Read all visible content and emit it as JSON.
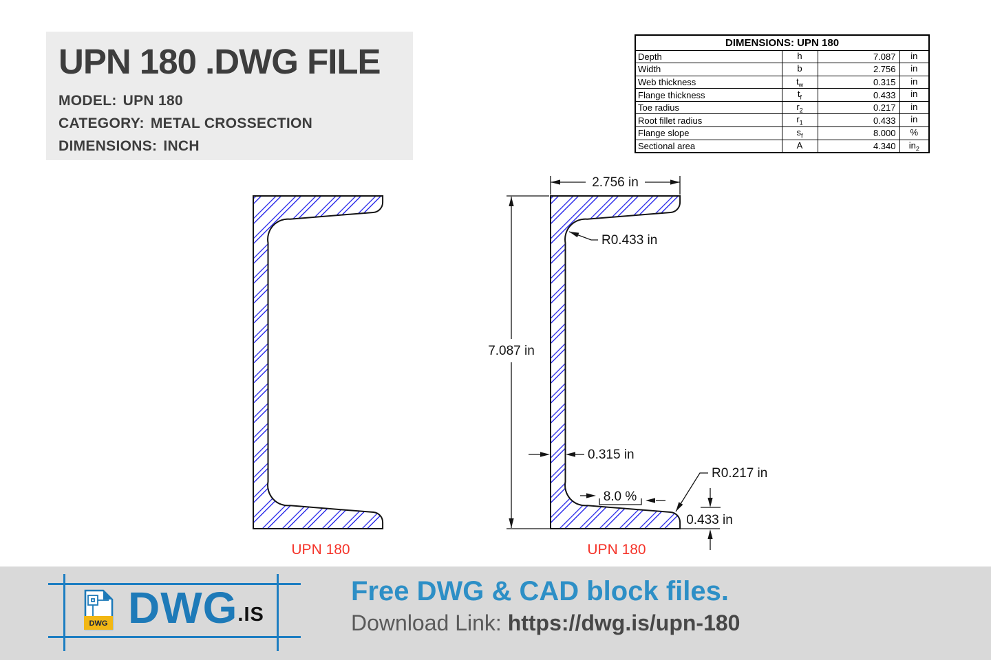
{
  "header": {
    "title": "UPN 180 .DWG FILE",
    "info": [
      {
        "label": "MODEL:",
        "value": "UPN 180"
      },
      {
        "label": "CATEGORY:",
        "value": "METAL CROSSECTION"
      },
      {
        "label": "DIMENSIONS:",
        "value": "INCH"
      }
    ]
  },
  "table": {
    "title": "DIMENSIONS: UPN 180",
    "rows": [
      {
        "name": "Depth",
        "sym": "h",
        "sub": "",
        "val": "7.087",
        "unit": "in",
        "unit_sub": ""
      },
      {
        "name": "Width",
        "sym": "b",
        "sub": "",
        "val": "2.756",
        "unit": "in",
        "unit_sub": ""
      },
      {
        "name": "Web thickness",
        "sym": "t",
        "sub": "w",
        "val": "0.315",
        "unit": "in",
        "unit_sub": ""
      },
      {
        "name": "Flange thickness",
        "sym": "t",
        "sub": "f",
        "val": "0.433",
        "unit": "in",
        "unit_sub": ""
      },
      {
        "name": "Toe radius",
        "sym": "r",
        "sub": "2",
        "val": "0.217",
        "unit": "in",
        "unit_sub": ""
      },
      {
        "name": "Root fillet radius",
        "sym": "r",
        "sub": "1",
        "val": "0.433",
        "unit": "in",
        "unit_sub": ""
      },
      {
        "name": "Flange slope",
        "sym": "s",
        "sub": "f",
        "val": "8.000",
        "unit": "%",
        "unit_sub": ""
      },
      {
        "name": "Sectional area",
        "sym": "A",
        "sub": "",
        "val": "4.340",
        "unit": "in",
        "unit_sub": "2"
      }
    ]
  },
  "drawing": {
    "dim_width": "2.756 in",
    "dim_height": "7.087 in",
    "root_radius": "R0.433 in",
    "web_thickness": "0.315 in",
    "flange_slope": "8.0 %",
    "toe_radius": "R0.217 in",
    "flange_thickness": "0.433 in",
    "label_left": "UPN 180",
    "label_right": "UPN 180",
    "colors": {
      "hatch": "#2020e8",
      "outline": "#141414",
      "label_red": "#f5342a"
    }
  },
  "footer": {
    "logo_text": "DWG",
    "logo_suffix": ".IS",
    "logo_icon_label": "DWG",
    "tagline": "Free DWG & CAD block files.",
    "download_label": "Download Link:",
    "download_url": "https://dwg.is/upn-180",
    "colors": {
      "brand_blue": "#1e7ab8",
      "tagline_blue": "#2d8fc6",
      "badge_yellow": "#f2b714"
    }
  }
}
